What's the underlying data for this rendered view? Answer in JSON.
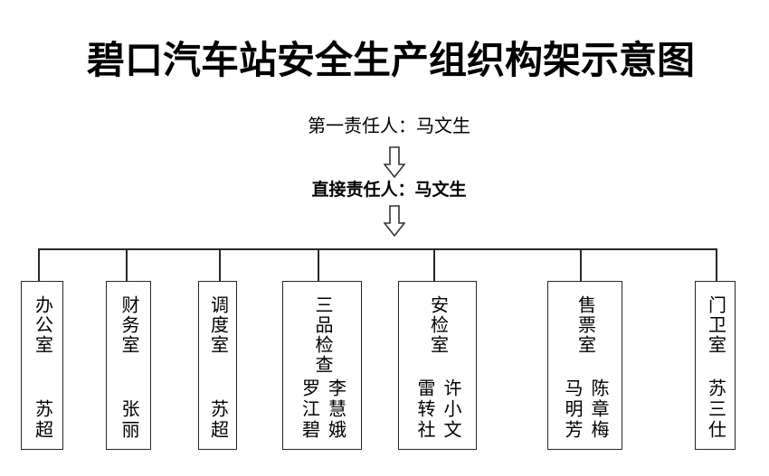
{
  "title": "碧口汽车站安全生产组织构架示意图",
  "chain": {
    "first_responsible": "第一责任人：马文生",
    "direct_responsible": "直接责任人：马文生"
  },
  "icons": {
    "connector_arrow": "hollow-down-arrow"
  },
  "colors": {
    "text": "#000000",
    "line": "#262626",
    "background": "#ffffff"
  },
  "departments": [
    {
      "name": "办公室",
      "members": [
        "苏超"
      ]
    },
    {
      "name": "财务室",
      "members": [
        "张丽"
      ]
    },
    {
      "name": "调度室",
      "members": [
        "苏超"
      ]
    },
    {
      "name": "三品检查",
      "members": [
        "李慧娥",
        "罗江碧"
      ]
    },
    {
      "name": "安检室",
      "members": [
        "许小文",
        "雷转社"
      ]
    },
    {
      "name": "售票室",
      "members": [
        "陈章梅",
        "马明芳"
      ]
    },
    {
      "name": "门卫室",
      "members": [
        "苏三仕"
      ]
    }
  ]
}
